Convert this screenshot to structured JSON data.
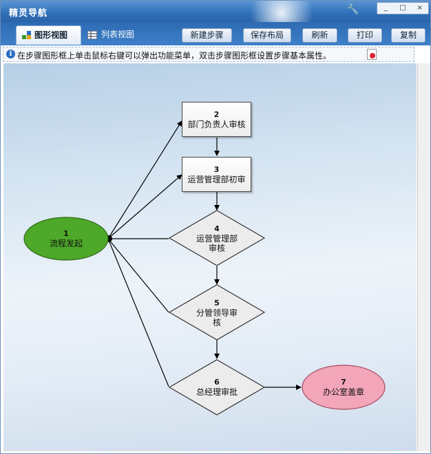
{
  "window": {
    "title": "精灵导航",
    "min": "_",
    "restore": "□",
    "close": "×"
  },
  "tabs": [
    {
      "label": "图形视图",
      "active": true
    },
    {
      "label": "列表视图",
      "active": false
    }
  ],
  "toolbar": {
    "new_step": "新建步骤",
    "save_layout": "保存布局",
    "refresh": "刷新",
    "print": "打印",
    "copy": "复制"
  },
  "info": {
    "text": "在步骤图形框上单击鼠标右键可以弹出功能菜单，双击步骤图形框设置步骤基本属性。"
  },
  "flow": {
    "nodes": [
      {
        "id": "1",
        "label": "流程发起",
        "shape": "ellipse",
        "color": "#4ea82a"
      },
      {
        "id": "2",
        "label": "部门负责人审核",
        "shape": "rect"
      },
      {
        "id": "3",
        "label": "运营管理部初审",
        "shape": "rect"
      },
      {
        "id": "4",
        "label": "运营管理部审核",
        "shape": "diamond"
      },
      {
        "id": "5",
        "label": "分管领导审核",
        "shape": "diamond"
      },
      {
        "id": "6",
        "label": "总经理审批",
        "shape": "diamond"
      },
      {
        "id": "7",
        "label": "办公室盖章",
        "shape": "ellipse",
        "color": "#f3a6b9"
      }
    ]
  }
}
